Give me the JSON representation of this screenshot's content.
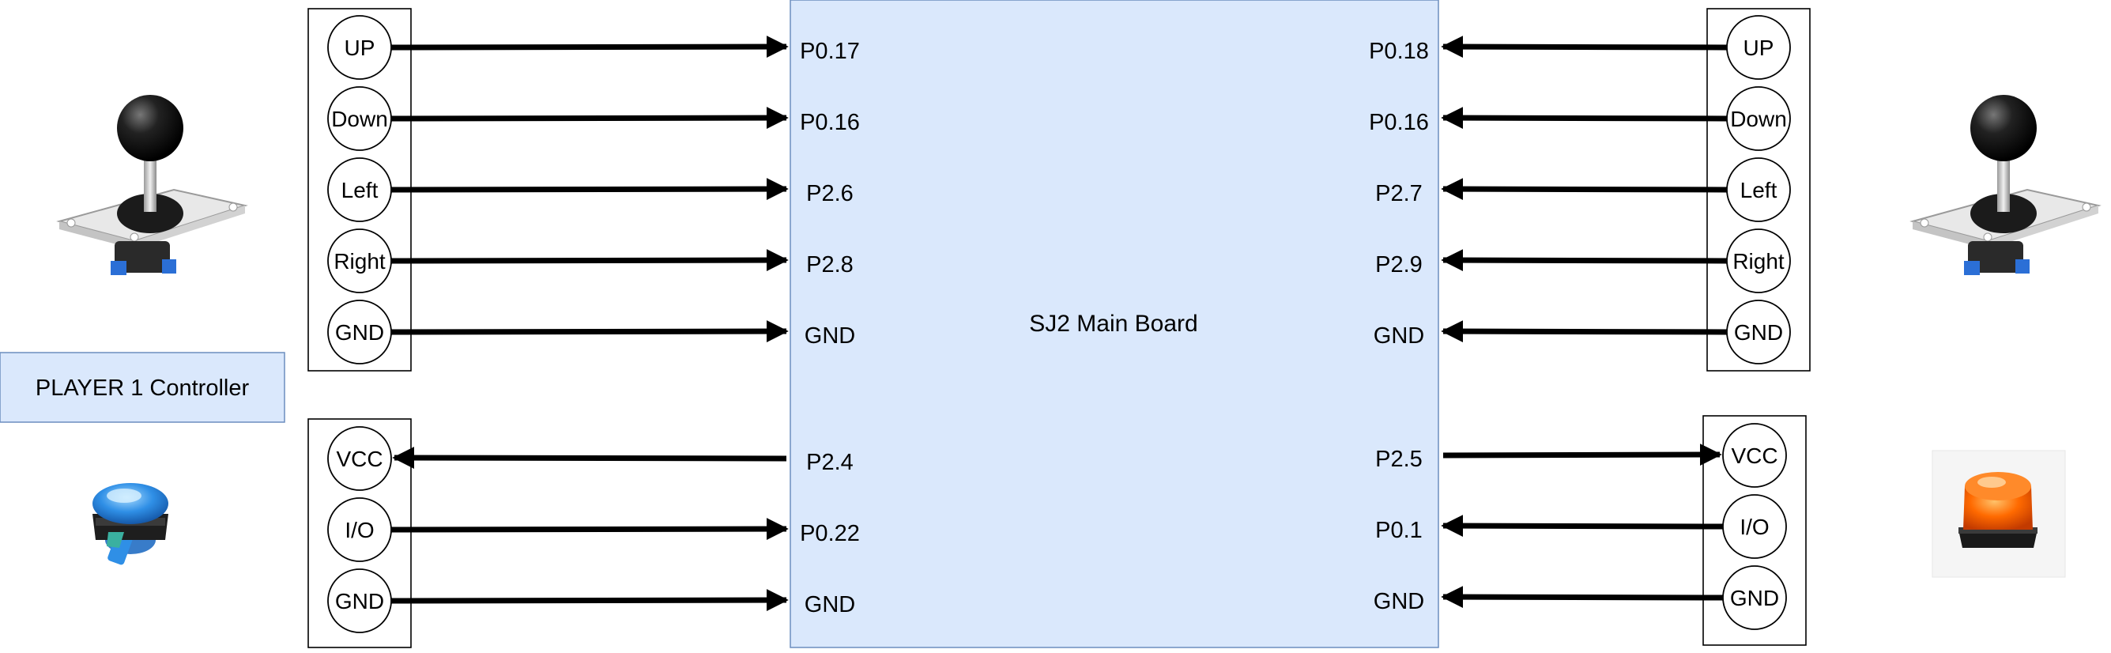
{
  "board": {
    "label": "SJ2 Main Board",
    "fill": "#dae8fc",
    "stroke": "#6c8ebf"
  },
  "player_label": "PLAYER 1 Controller",
  "left_joystick": {
    "pins": [
      "UP",
      "Down",
      "Left",
      "Right",
      "GND"
    ],
    "board_pins": [
      "P0.17",
      "P0.16",
      "P2.6",
      "P2.8",
      "GND"
    ]
  },
  "left_button": {
    "pins": [
      "VCC",
      "I/O",
      "GND"
    ],
    "board_pins": [
      "P2.4",
      "P0.22",
      "GND"
    ]
  },
  "right_joystick": {
    "pins": [
      "UP",
      "Down",
      "Left",
      "Right",
      "GND"
    ],
    "board_pins": [
      "P0.18",
      "P0.16",
      "P2.7",
      "P2.9",
      "GND"
    ]
  },
  "right_button": {
    "pins": [
      "VCC",
      "I/O",
      "GND"
    ],
    "board_pins": [
      "P2.5",
      "P0.1",
      "GND"
    ]
  },
  "images": {
    "joystick": "joystick-photo",
    "left_button_color": "#2f8fe6",
    "right_button_color": "#ff6a00"
  }
}
